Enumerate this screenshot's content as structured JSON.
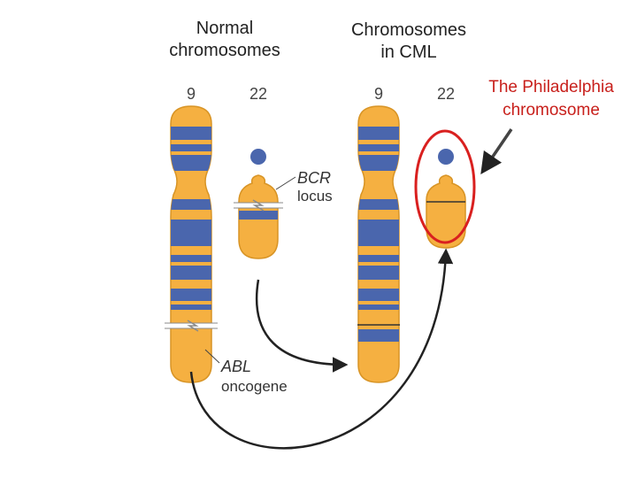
{
  "headings": {
    "normal": [
      "Normal",
      "chromosomes"
    ],
    "cml": [
      "Chromosomes",
      "in CML"
    ],
    "philadelphia": [
      "The Philadelphia",
      "chromosome"
    ]
  },
  "labels": {
    "chr9_normal": "9",
    "chr22_normal": "22",
    "chr9_cml": "9",
    "chr22_cml": "22",
    "bcr_name": "BCR",
    "bcr_sub": "locus",
    "abl_name": "ABL",
    "abl_sub": "oncogene"
  },
  "colors": {
    "chromosome": "#f5b041",
    "chromosome_outline": "#d89425",
    "band": "#4a66ad",
    "highlight": "#d9201f",
    "arrow": "#222222",
    "ph_heading": "#c8201c"
  }
}
